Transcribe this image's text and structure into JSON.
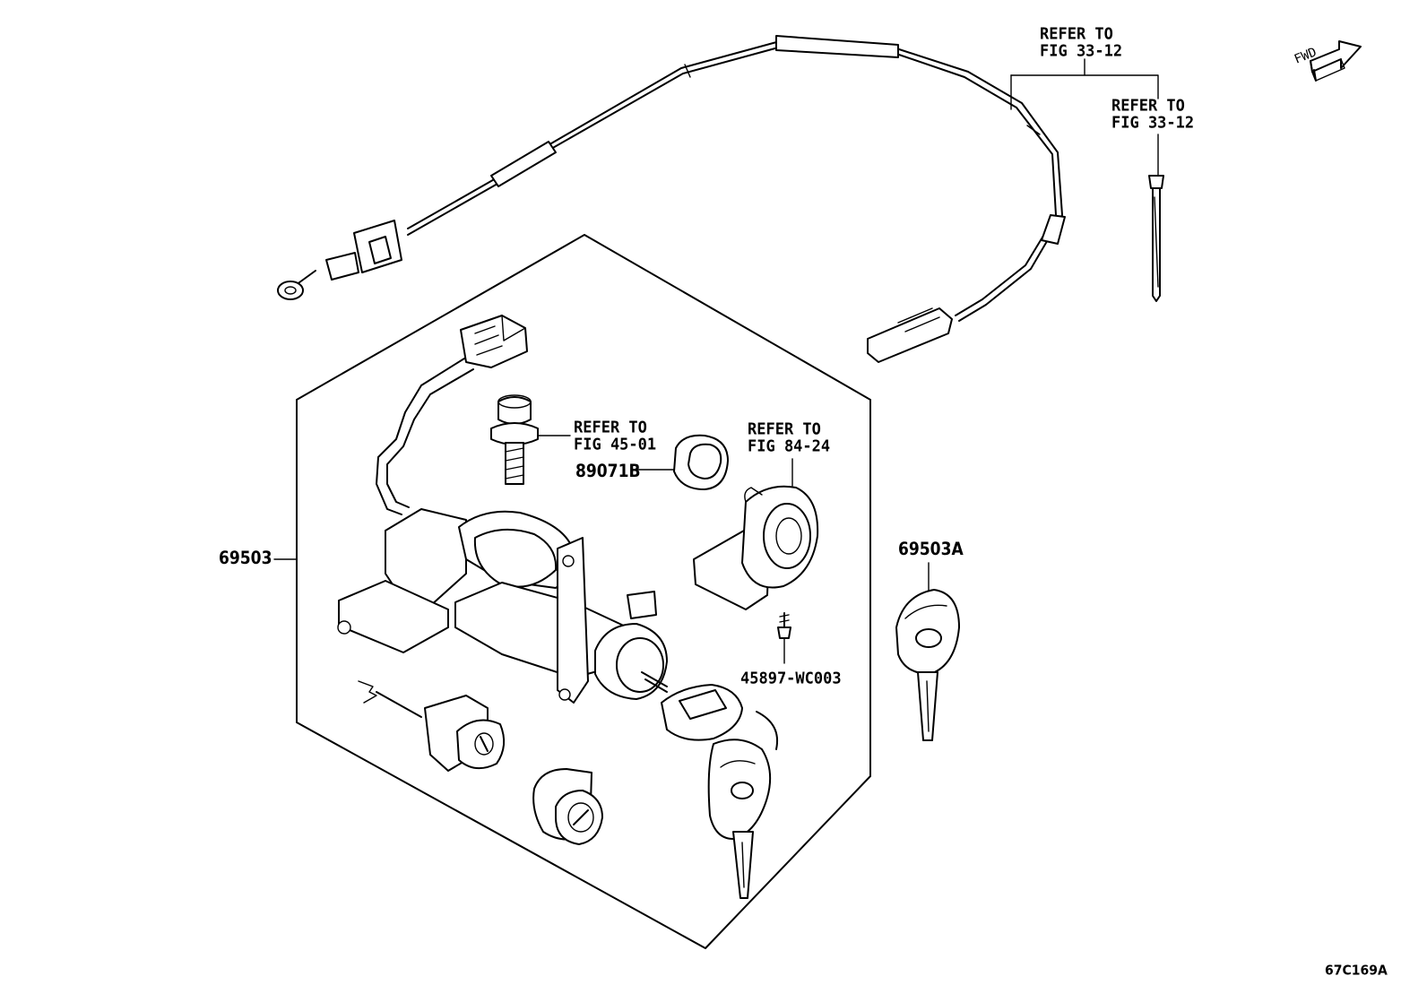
{
  "figure": {
    "fwd_label": "FWD",
    "figure_code": "67C169A"
  },
  "references": {
    "fig_33_12_top": {
      "line1": "REFER TO",
      "line2": "FIG 33-12"
    },
    "fig_33_12_right": {
      "line1": "REFER TO",
      "line2": "FIG 33-12"
    },
    "fig_45_01": {
      "line1": "REFER TO",
      "line2": "FIG 45-01"
    },
    "fig_84_24": {
      "line1": "REFER TO",
      "line2": "FIG 84-24"
    }
  },
  "parts": {
    "lock_set": "69503",
    "key": "69503A",
    "transponder_amp": "89071B",
    "screw": "45897-WC003"
  }
}
